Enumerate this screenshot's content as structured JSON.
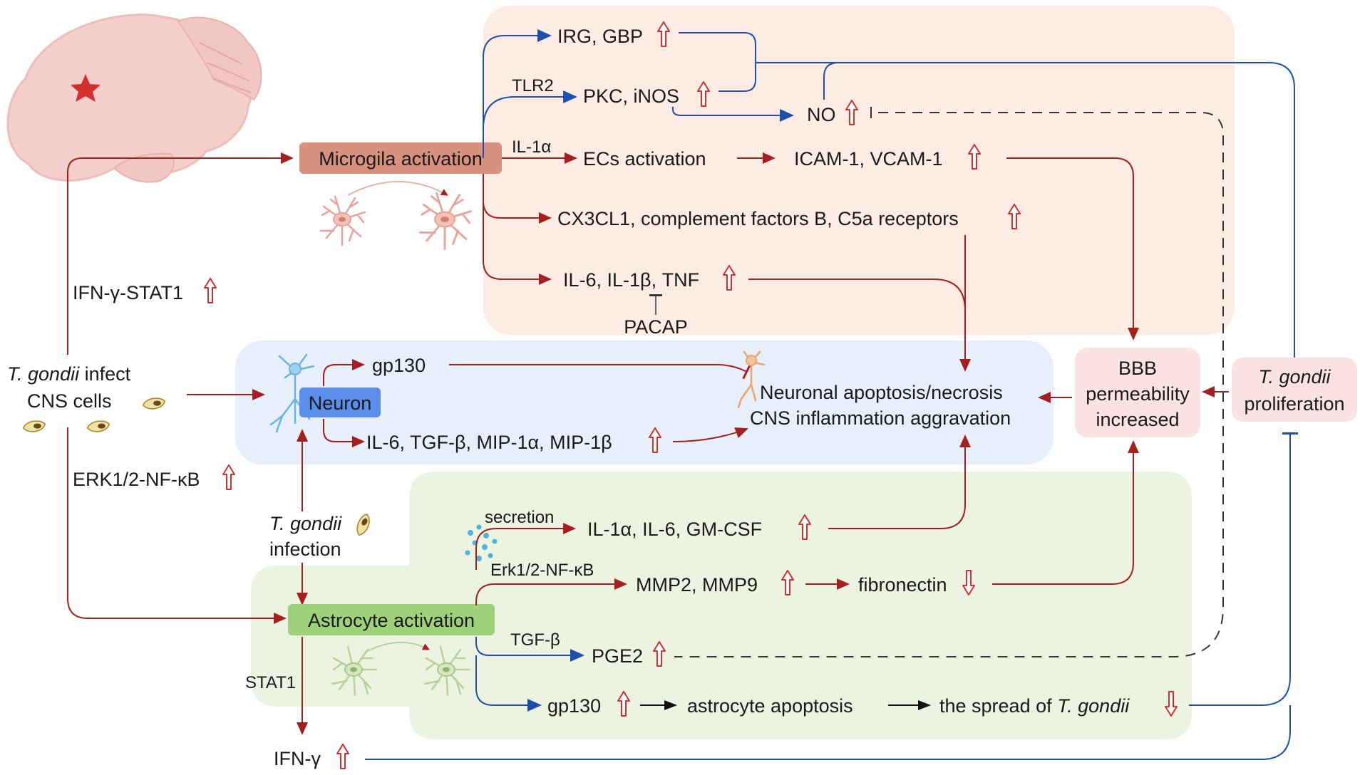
{
  "colors": {
    "red_arrow": "#a3201f",
    "blue_arrow": "#1f4fa8",
    "microglia_panel": "#fdece4",
    "neuron_panel": "#e7effa",
    "astrocyte_panel": "#ecf4e1",
    "microglia_box": "#d8907f",
    "neuron_box": "#5b8ee8",
    "astrocyte_box": "#9fd07a",
    "bbb_box": "#fbe3e3",
    "up_arrow_outline": "#cf3030"
  },
  "icons": [
    "brain-icon",
    "star-icon",
    "microglia-cell-icon",
    "astrocyte-cell-icon",
    "neuron-cell-icon",
    "parasite-icon",
    "secretion-dots-icon",
    "up-arrow-icon",
    "down-arrow-icon"
  ],
  "nodes": {
    "microglia_activation": "Microgila activation",
    "neuron": "Neuron",
    "astrocyte_activation": "Astrocyte activation",
    "bbb": [
      "BBB",
      "permeability",
      "increased"
    ],
    "tg_proliferation_italic": "T. gondii",
    "tg_proliferation_rest": "proliferation",
    "tg_infect_italic": "T. gondii",
    "tg_infect_line1_rest": " infect",
    "tg_infect_line2": "CNS cells",
    "tg_infection_italic": "T. gondii",
    "tg_infection_line2": "infection",
    "ifn_stat1": "IFN-γ-STAT1",
    "erk_nfkb_left": "ERK1/2-NF-κB",
    "irg_gbp": "IRG, GBP",
    "tlr2": "TLR2",
    "pkc_inos": "PKC, iNOS",
    "no": "NO",
    "il1a_edge": "IL-1α",
    "ecs_activation": "ECs activation",
    "icam_vcam": "ICAM-1, VCAM-1",
    "cx3cl1": "CX3CL1, complement factors B, C5a receptors",
    "il6_il1b_tnf": "IL-6, IL-1β, TNF",
    "pacap": "PACAP",
    "gp130_neuron": "gp130",
    "neuron_cytokines": "IL-6, TGF-β, MIP-1α, MIP-1β",
    "neuronal_apoptosis": "Neuronal apoptosis/necrosis",
    "cns_inflammation": "CNS inflammation aggravation",
    "secretion": "secretion",
    "astro_cytokines": "IL-1α, IL-6, GM-CSF",
    "erk_nfkb_astro": "Erk1/2-NF-κB",
    "mmp": "MMP2, MMP9",
    "fibronectin": "fibronectin",
    "tgfb_edge": "TGF-β",
    "pge2": "PGE2",
    "stat1": "STAT1",
    "gp130_astro": "gp130",
    "astrocyte_apoptosis": "astrocyte apoptosis",
    "spread_prefix": "the spread of ",
    "spread_italic": "T. gondii",
    "ifn_g": "IFN-γ"
  }
}
